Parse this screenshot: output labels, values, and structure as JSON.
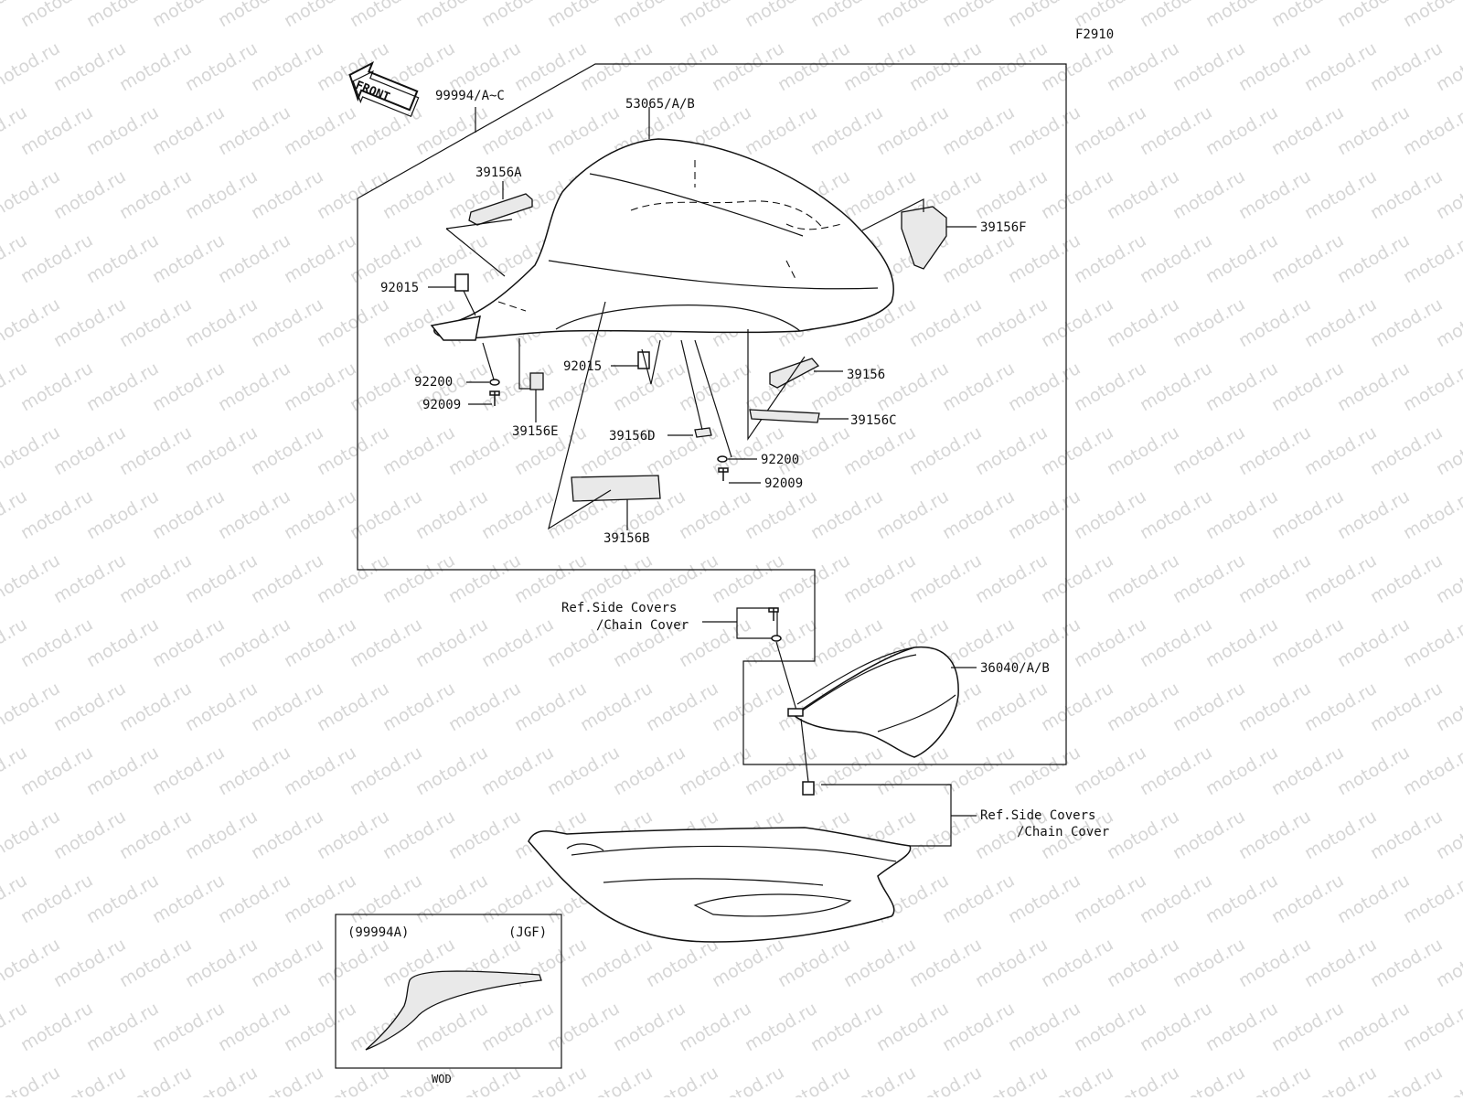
{
  "figure_id": "F2910",
  "front_label": "FRONT",
  "watermark": "motod.ru",
  "callouts": {
    "kit_99994": "99994/A~C",
    "seat_cover_53065": "53065/A/B",
    "pad_39156A": "39156A",
    "pad_39156F": "39156F",
    "collar_92015_left": "92015",
    "collar_92015_mid": "92015",
    "washer_92200_left": "92200",
    "washer_92200_right": "92200",
    "bolt_92009_left": "92009",
    "bolt_92009_right": "92009",
    "pad_39156E": "39156E",
    "pad_39156": "39156",
    "pad_39156C": "39156C",
    "pad_39156D": "39156D",
    "pad_39156B": "39156B",
    "ref_side_covers_1_line1": "Ref.Side Covers",
    "ref_side_covers_1_line2": "/Chain Cover",
    "cover_36040": "36040/A/B",
    "ref_side_covers_2_line1": "Ref.Side Covers",
    "ref_side_covers_2_line2": "/Chain Cover"
  },
  "inset": {
    "variant": "(99994A)",
    "market": "(JGF)",
    "color_code": "WOD"
  }
}
